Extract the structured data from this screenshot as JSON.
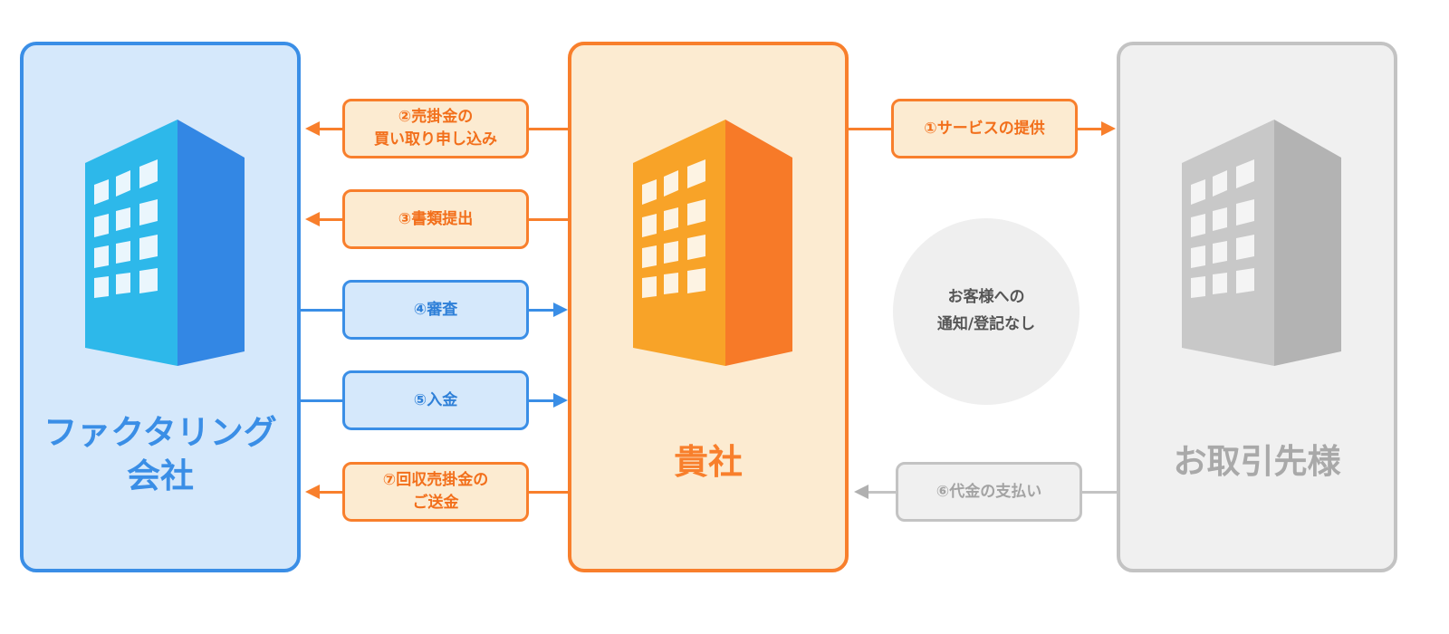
{
  "colors": {
    "blue": "#3a8ee6",
    "orange": "#f87f2c",
    "gray": "#c3c3c3"
  },
  "panels": {
    "factoring": {
      "label": "ファクタリング\n会社",
      "icon": "building-icon"
    },
    "company": {
      "label": "貴社",
      "icon": "building-icon"
    },
    "client": {
      "label": "お取引先様",
      "icon": "building-icon"
    }
  },
  "flows": {
    "step1": "①サービスの提供",
    "step2": "②売掛金の\n買い取り申し込み",
    "step3": "③書類提出",
    "step4": "④審査",
    "step5": "⑤入金",
    "step6": "⑥代金の支払い",
    "step7": "⑦回収売掛金の\nご送金"
  },
  "note": "お客様への\n通知/登記なし"
}
